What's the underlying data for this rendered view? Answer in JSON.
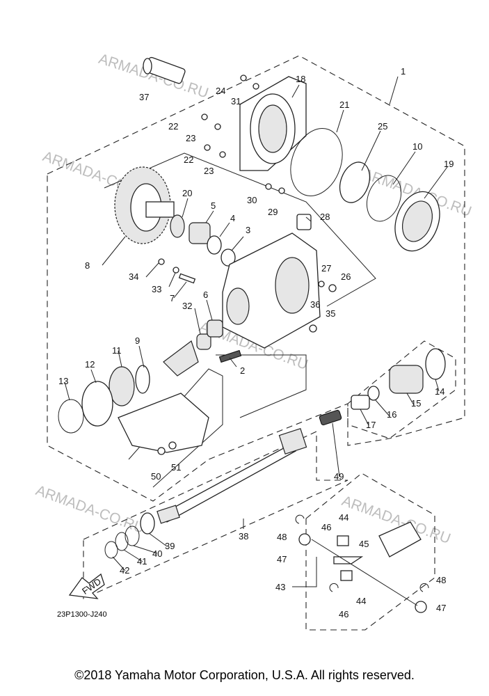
{
  "watermark": "ARMADA-CO.RU",
  "diagram_code": "23P1300-J240",
  "fwd_label": "FWD",
  "copyright": "©2018 Yamaha Motor Corporation, U.S.A. All rights reserved.",
  "callouts": [
    "1",
    "2",
    "3",
    "4",
    "5",
    "6",
    "7",
    "8",
    "9",
    "10",
    "11",
    "12",
    "13",
    "14",
    "15",
    "16",
    "17",
    "18",
    "19",
    "20",
    "21",
    "22",
    "22",
    "23",
    "23",
    "24",
    "25",
    "26",
    "27",
    "28",
    "29",
    "30",
    "31",
    "32",
    "33",
    "34",
    "35",
    "36",
    "37",
    "38",
    "39",
    "40",
    "41",
    "42",
    "43",
    "44",
    "44",
    "45",
    "46",
    "46",
    "47",
    "47",
    "48",
    "48",
    "49",
    "50",
    "51"
  ]
}
